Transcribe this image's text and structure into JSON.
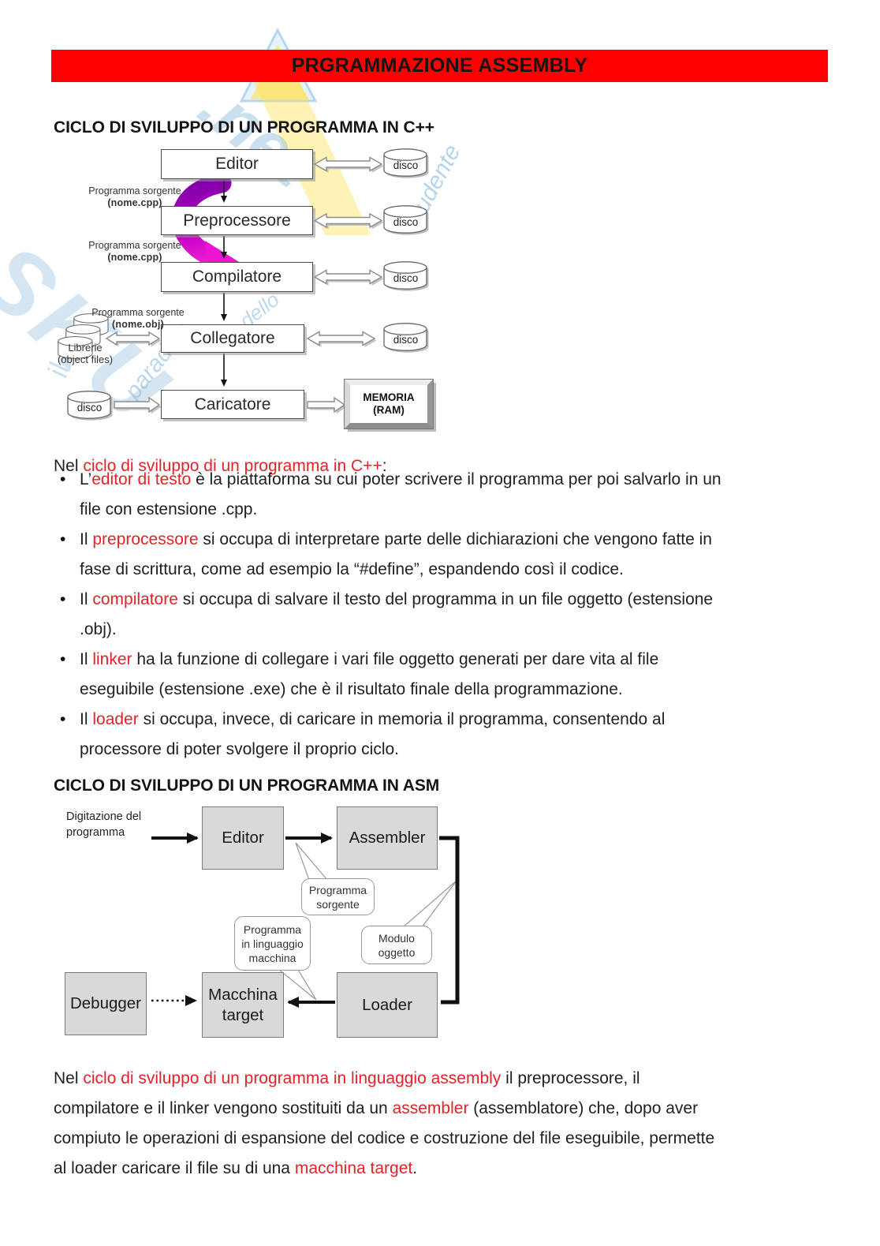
{
  "colors": {
    "banner_bg": "#fe0000",
    "red_text": "#e32328",
    "body_text": "#1f1f1f",
    "box_gray": "#d9d9d9",
    "wm_blue": "#7fb2d9",
    "wm_yellow": "#ffe14e"
  },
  "banner": {
    "title": "PRGRAMMAZIONE ASSEMBLY"
  },
  "watermark": {
    "big": "SKU",
    "net": ".net",
    "studente": "Studente",
    "dello": "dello",
    "paradiso": "paradiso",
    "il": "il"
  },
  "cpp": {
    "heading": "CICLO DI SVILUPPO DI UN PROGRAMMA IN C++",
    "diagram": {
      "editor": "Editor",
      "preprocessore": "Preprocessore",
      "compilatore": "Compilatore",
      "collegatore": "Collegatore",
      "caricatore": "Caricatore",
      "disk": "disco",
      "memory_line1": "MEMORIA",
      "memory_line2": "(RAM)",
      "label_sorgente": "Programma sorgente",
      "label_cpp": "(nome.cpp)",
      "label_obj": "(nome.obj)",
      "librerie_line1": "Librerie",
      "librerie_line2": "(object files)"
    },
    "intro": [
      {
        "t": "Nel "
      },
      {
        "t": "ciclo di sviluppo di un programma in C++",
        "r": 1
      },
      {
        "t": ":"
      }
    ],
    "bullets": [
      [
        {
          "t": "L’"
        },
        {
          "t": "editor di testo",
          "r": 1
        },
        {
          "t": " è la piattaforma su cui poter scrivere il programma per poi salvarlo in un",
          "br": 1
        },
        {
          "t": "file con estensione .cpp."
        }
      ],
      [
        {
          "t": "Il "
        },
        {
          "t": "preprocessore",
          "r": 1
        },
        {
          "t": " si occupa di interpretare parte delle dichiarazioni che vengono fatte in",
          "br": 1
        },
        {
          "t": "fase di scrittura, come ad esempio la “#define”, espandendo così il codice."
        }
      ],
      [
        {
          "t": "Il "
        },
        {
          "t": "compilatore",
          "r": 1
        },
        {
          "t": " si occupa di salvare il testo del programma in un file oggetto (estensione",
          "br": 1
        },
        {
          "t": ".obj)."
        }
      ],
      [
        {
          "t": "Il "
        },
        {
          "t": "linker",
          "r": 1
        },
        {
          "t": " ha la funzione di collegare i vari file oggetto generati per dare vita al file",
          "br": 1
        },
        {
          "t": "eseguibile (estensione .exe) che è il risultato finale della programmazione."
        }
      ],
      [
        {
          "t": "Il "
        },
        {
          "t": "loader",
          "r": 1
        },
        {
          "t": " si occupa, invece, di caricare in memoria il programma, consentendo al",
          "br": 1
        },
        {
          "t": "processore di poter svolgere il proprio ciclo."
        }
      ]
    ]
  },
  "asm": {
    "heading": "CICLO DI SVILUPPO DI UN PROGRAMMA IN ASM",
    "diagram": {
      "input_line1": "Digitazione del",
      "input_line2": "programma",
      "editor": "Editor",
      "assembler": "Assembler",
      "debugger": "Debugger",
      "macchina_line1": "Macchina",
      "macchina_line2": "target",
      "loader": "Loader",
      "callout_sorgente_line1": "Programma",
      "callout_sorgente_line2": "sorgente",
      "callout_macchina_line1": "Programma",
      "callout_macchina_line2": "in linguaggio",
      "callout_macchina_line3": "macchina",
      "callout_modulo_line1": "Modulo",
      "callout_modulo_line2": "oggetto"
    },
    "outro": [
      {
        "t": "Nel "
      },
      {
        "t": "ciclo di sviluppo di un programma in linguaggio assembly",
        "r": 1
      },
      {
        "t": " il preprocessore, il",
        "br": 1
      },
      {
        "t": "compilatore e il linker vengono sostituiti da un "
      },
      {
        "t": "assembler",
        "r": 1
      },
      {
        "t": " (assemblatore) che, dopo aver",
        "br": 1
      },
      {
        "t": "compiuto le operazioni di espansione del codice e costruzione del file eseguibile, permette",
        "br": 1
      },
      {
        "t": "al loader caricare il file su di una "
      },
      {
        "t": "macchina target",
        "r": 1
      },
      {
        "t": "."
      }
    ]
  }
}
